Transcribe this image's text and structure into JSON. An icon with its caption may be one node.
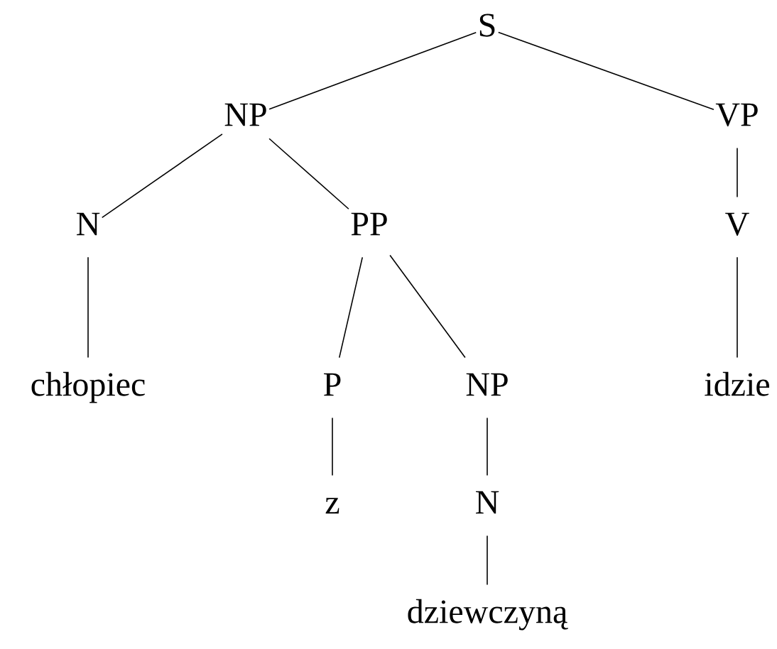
{
  "diagram": {
    "nodes": [
      {
        "text": [
          "S"
        ]
      },
      {
        "text": [
          "NP"
        ]
      },
      {
        "text": [
          "VP"
        ]
      },
      {
        "text": [
          "N"
        ]
      },
      {
        "text": [
          "PP"
        ]
      },
      {
        "text": [
          "V"
        ]
      },
      {
        "text": [
          "chłopiec"
        ]
      },
      {
        "text": [
          "P"
        ]
      },
      {
        "text": [
          "NP"
        ]
      },
      {
        "text": [
          "idzie"
        ]
      },
      {
        "text": [
          "z"
        ]
      },
      {
        "text": [
          "N"
        ]
      },
      {
        "text": [
          "dziewczyną"
        ]
      }
    ],
    "edges": [
      {
        "from": 0,
        "to": 1,
        "arrow": "none"
      },
      {
        "from": 0,
        "to": 2,
        "arrow": "none"
      },
      {
        "from": 1,
        "to": 3,
        "arrow": "none"
      },
      {
        "from": 1,
        "to": 4,
        "arrow": "none"
      },
      {
        "from": 2,
        "to": 5,
        "arrow": "none"
      },
      {
        "from": 3,
        "to": 6,
        "arrow": "none"
      },
      {
        "from": 4,
        "to": 7,
        "arrow": "none"
      },
      {
        "from": 4,
        "to": 8,
        "arrow": "none"
      },
      {
        "from": 5,
        "to": 9,
        "arrow": "none"
      },
      {
        "from": 7,
        "to": 10,
        "arrow": "none"
      },
      {
        "from": 8,
        "to": 11,
        "arrow": "none"
      },
      {
        "from": 11,
        "to": 12,
        "arrow": "none"
      }
    ]
  }
}
